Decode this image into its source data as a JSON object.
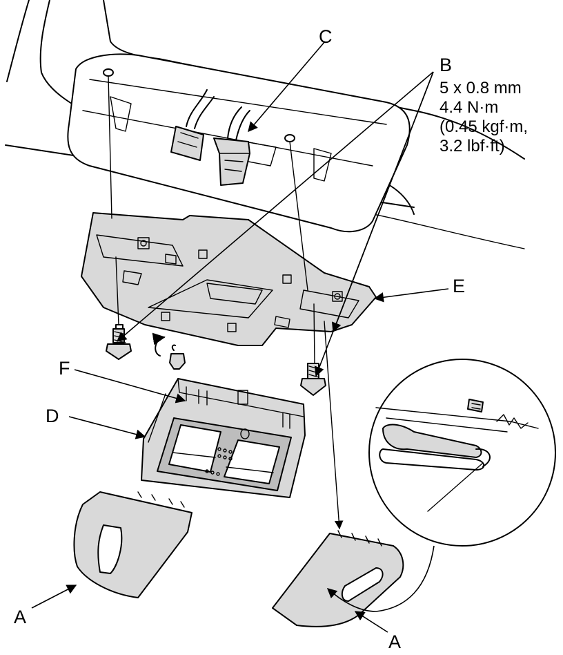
{
  "labels": {
    "a_left": "A",
    "a_right": "A",
    "b": "B",
    "c": "C",
    "d": "D",
    "e": "E",
    "f": "F"
  },
  "spec_b": {
    "line1": "5 x 0.8 mm",
    "line2": "4.4 N·m",
    "line3": "(0.45 kgf·m,",
    "line4": "3.2 lbf·ft)"
  },
  "colors": {
    "line": "#000000",
    "part_fill": "#d9d9d9",
    "shade_fill": "#bdbdbd",
    "background": "#ffffff"
  }
}
